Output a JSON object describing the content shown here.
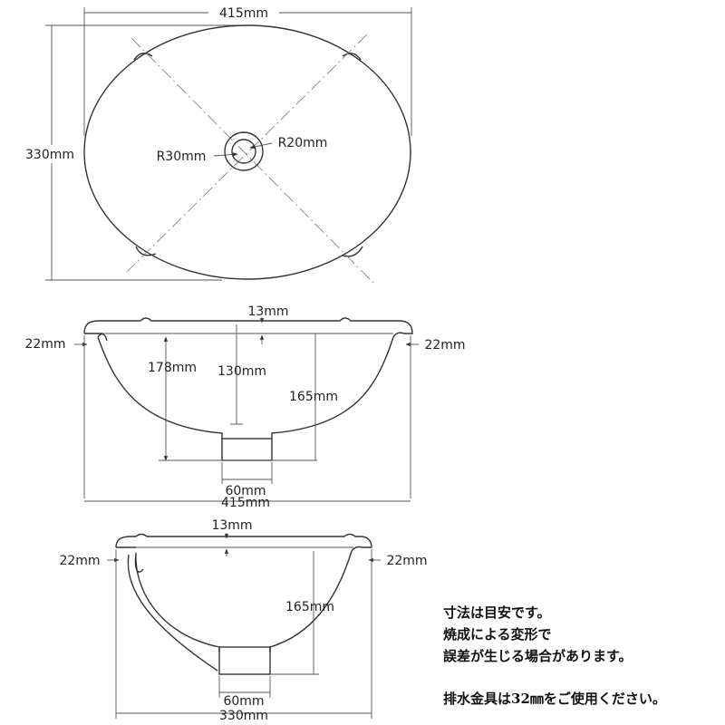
{
  "top_view": {
    "width_label": "415mm",
    "depth_label": "330mm",
    "drain_outer_label": "R30mm",
    "drain_inner_label": "R20mm"
  },
  "front_view": {
    "rim_label": "13mm",
    "left_lip_label": "22mm",
    "right_lip_label": "22mm",
    "total_height_label": "178mm",
    "inner_depth_label": "130mm",
    "bowl_height_label": "165mm",
    "drain_width_label": "60mm",
    "width_label": "415mm"
  },
  "side_view": {
    "rim_label": "13mm",
    "left_lip_label": "22mm",
    "right_lip_label": "22mm",
    "bowl_height_label": "165mm",
    "drain_width_label": "60mm",
    "width_label": "330mm"
  },
  "notes": {
    "line1": "寸法は目安です。",
    "line2": "焼成による変形で",
    "line3": "誤差が生じる場合があります。",
    "line4": "排水金具は32㎜をご使用ください。"
  }
}
